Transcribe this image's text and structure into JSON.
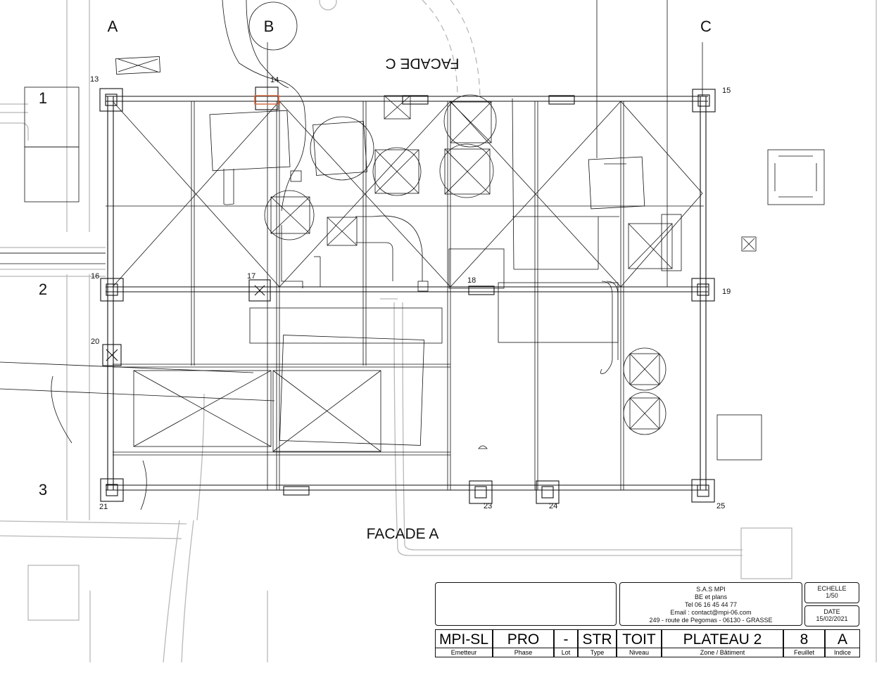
{
  "drawing": {
    "grid_letters": [
      "A",
      "B",
      "C"
    ],
    "grid_numbers": [
      "1",
      "2",
      "3"
    ],
    "node_numbers": [
      "13",
      "14",
      "15",
      "16",
      "17",
      "18",
      "19",
      "20",
      "21",
      "23",
      "24",
      "25"
    ],
    "facade_top": "FACADE C",
    "facade_bottom": "FACADE A"
  },
  "title_block": {
    "company_lines": [
      "S.A.S MPI",
      "BE et plans",
      "Tel 06 16 45 44 77",
      "Email : contact@mpi-06.com",
      "249 - route de Pegomas - 06130 - GRASSE"
    ],
    "scale_label": "ECHELLE",
    "scale_value": "1/50",
    "date_label": "DATE",
    "date_value": "15/02/2021",
    "fields": [
      {
        "value": "MPI-SL",
        "label": "Emetteur"
      },
      {
        "value": "PRO",
        "label": "Phase"
      },
      {
        "value": "-",
        "label": "Lot"
      },
      {
        "value": "STR",
        "label": "Type"
      },
      {
        "value": "TOIT",
        "label": "Niveau"
      },
      {
        "value": "PLATEAU 2",
        "label": "Zone / Bâtiment"
      },
      {
        "value": "8",
        "label": "Feuillet"
      },
      {
        "value": "A",
        "label": "Indice"
      }
    ]
  }
}
